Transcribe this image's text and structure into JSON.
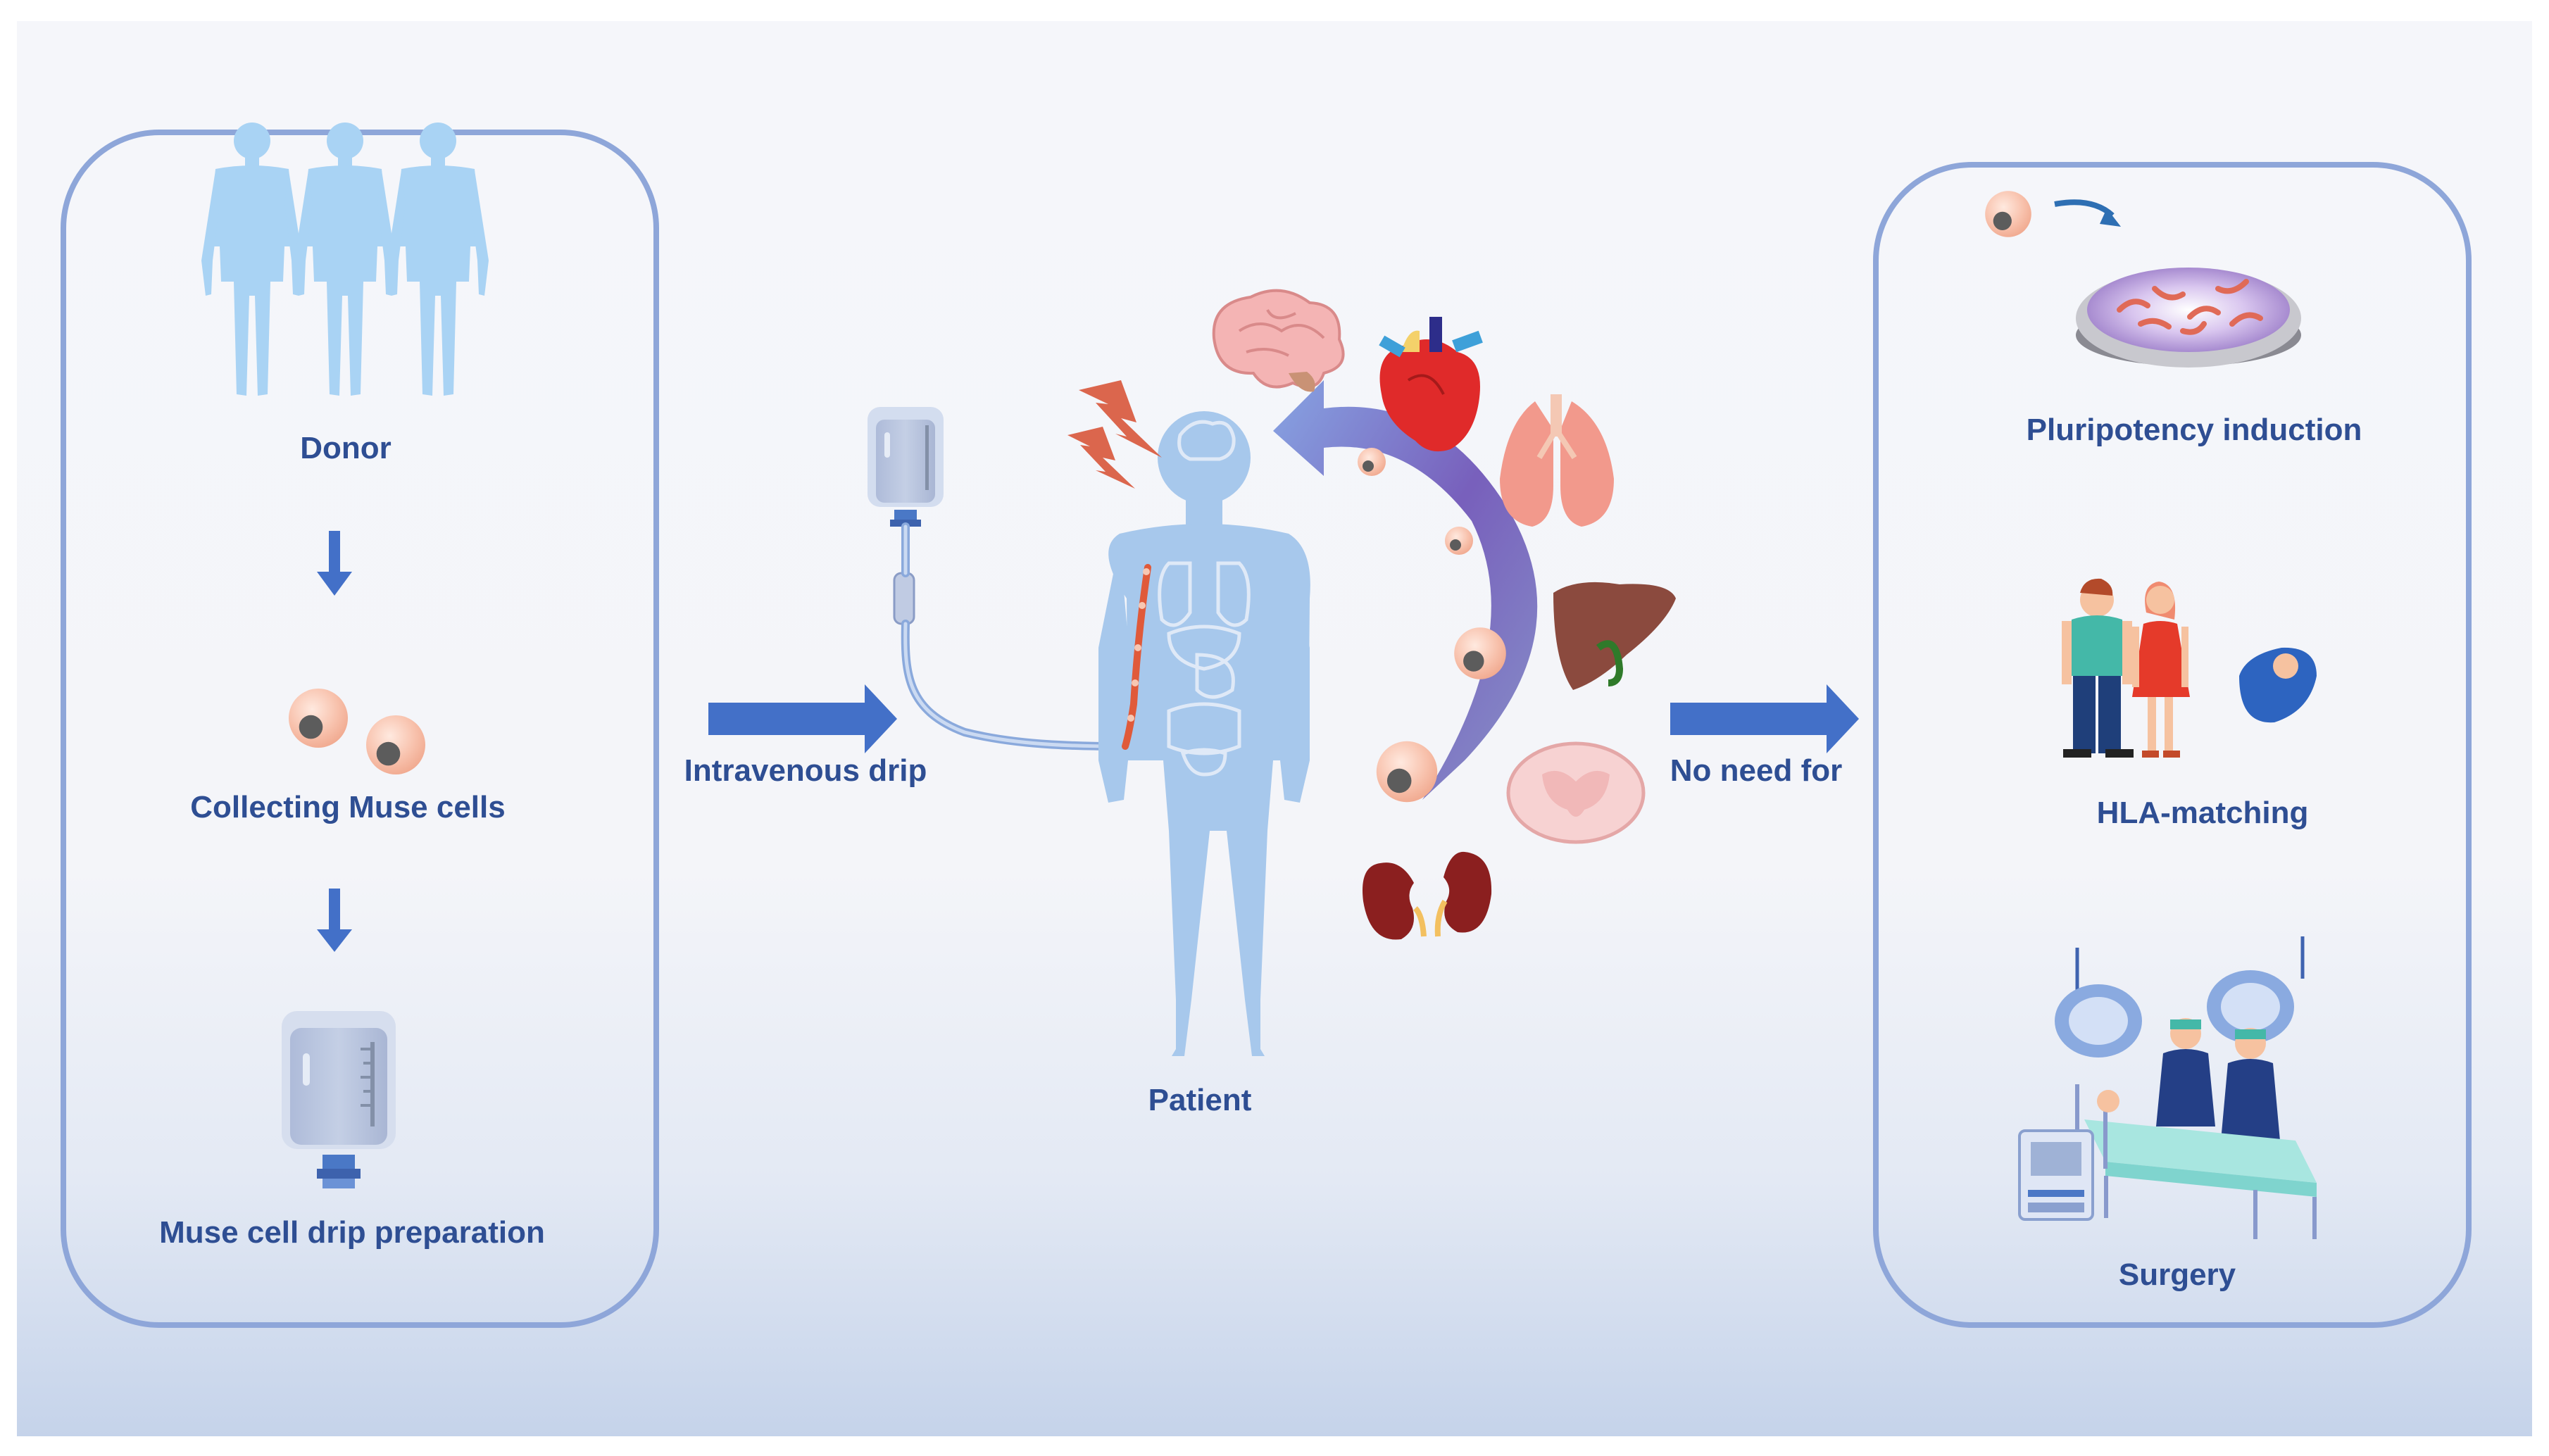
{
  "colors": {
    "panel_border": "#8ea6d9",
    "label_text": "#2e4e93",
    "arrow_blue": "#4370c8",
    "body_blue": "#a7c8ec",
    "cell_peach": "#f7c7b3",
    "cell_nucleus": "#5a5a5a"
  },
  "left_panel": {
    "donor_label": "Donor",
    "collect_label": "Collecting Muse cells",
    "drip_label": "Muse cell drip preparation"
  },
  "center": {
    "iv_label": "Intravenous drip",
    "patient_label": "Patient",
    "organs": [
      "brain",
      "heart",
      "lungs",
      "liver",
      "spinal-cord",
      "kidneys"
    ]
  },
  "arrow_right_label": "No need for",
  "right_panel": {
    "pluripotency_label": "Pluripotency induction",
    "hla_label": "HLA-matching",
    "surgery_label": "Surgery"
  }
}
